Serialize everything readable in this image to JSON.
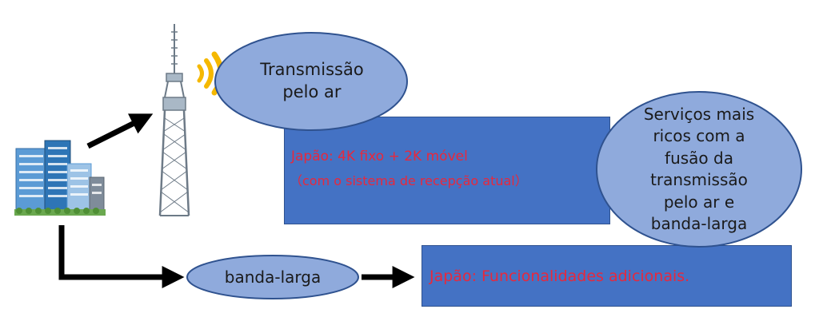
{
  "diagram": {
    "broadcast_label": "Transmissão\npelo ar",
    "box_top": {
      "line1": "Japão: 4K fixo + 2K móvel",
      "line2": "（com o sistema de recepção atual）"
    },
    "fusion_label": "Serviços mais\nricos com a\nfusão da\ntransmissão\npelo ar e\nbanda-larga",
    "broadband_label": "banda-larga",
    "box_bottom": {
      "text": "Japão: Funcionalidades adicionais."
    },
    "colors": {
      "box_blue": "#4472c4",
      "ellipse_blue": "#8faadc",
      "red_text": "#e8283c",
      "wave_yellow": "#f5b800"
    },
    "icons": [
      "office-buildings-icon",
      "broadcast-tower-icon",
      "radio-waves-icon"
    ]
  }
}
